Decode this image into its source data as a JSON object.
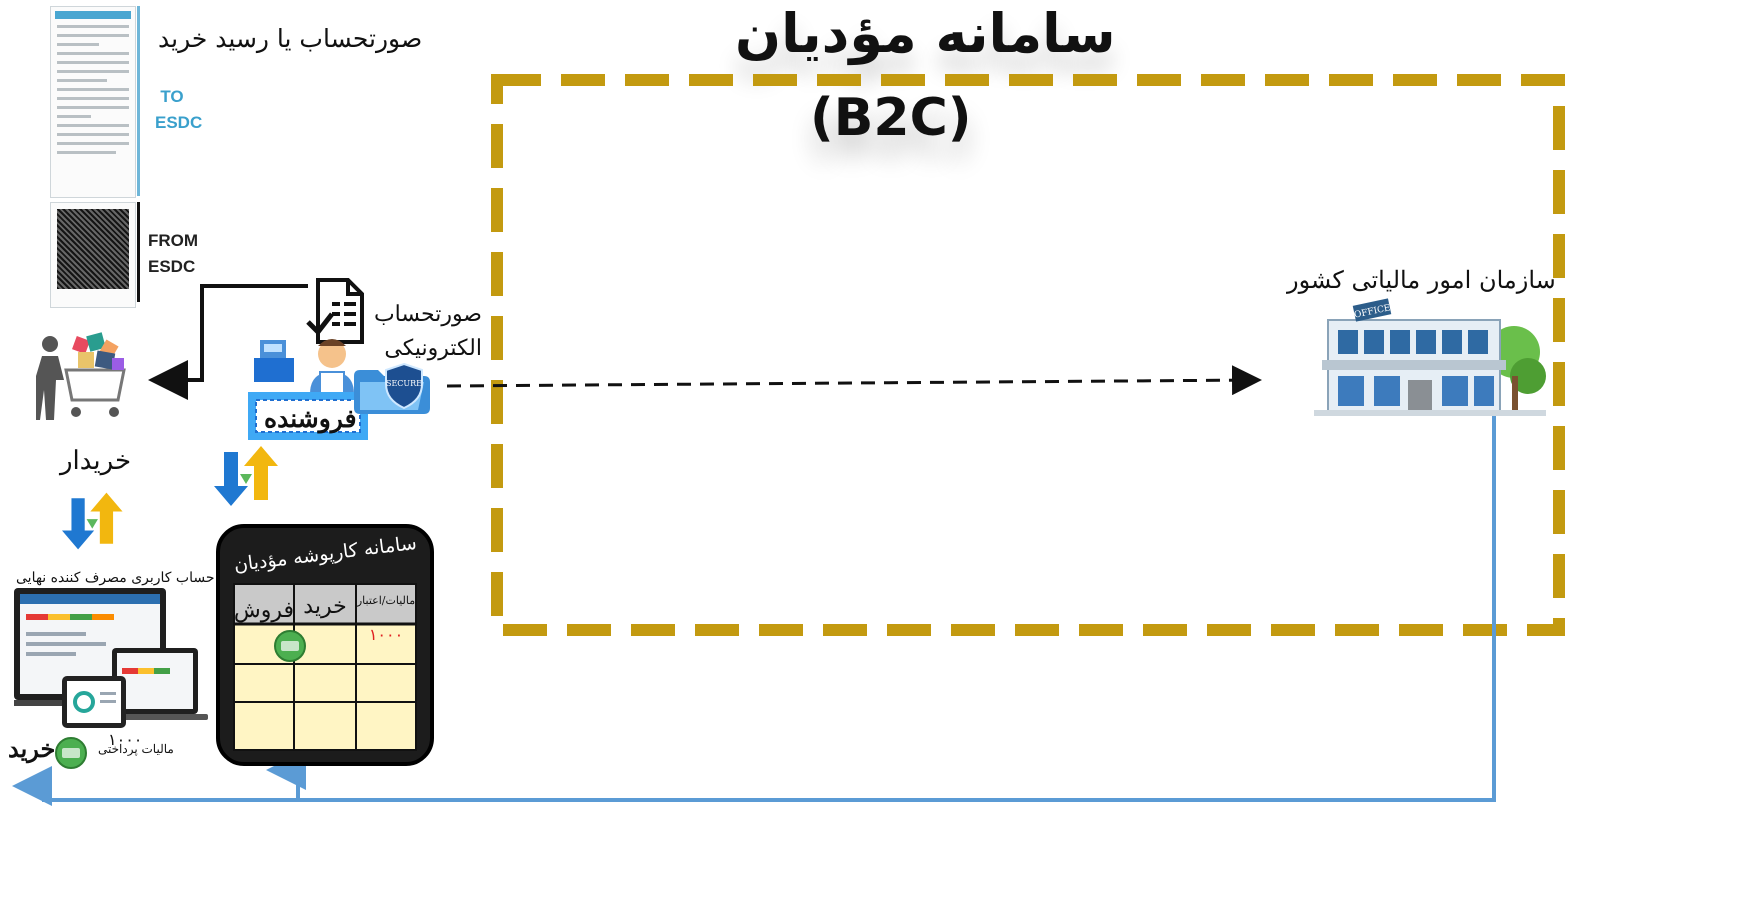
{
  "title": "سامانه مؤدیان",
  "subtitle": "(B2C)",
  "labels": {
    "receipt": "صورتحساب یا رسید خرید",
    "to_esdc": [
      "TO",
      "ESDC"
    ],
    "from_esdc": [
      "FROM",
      "ESDC"
    ],
    "e_invoice": [
      "صورتحساب",
      "الکترونیکی"
    ],
    "seller": "فروشنده",
    "buyer": "خریدار",
    "tax_org": "سازمان امور مالیاتی کشور",
    "office_sign": "OFFICE",
    "secure_tag": "SECURE",
    "consumer_account": "حساب کاربری مصرف کننده نهایی",
    "purchase": "خرید",
    "tax_paid": "مالیات پرداختی",
    "tax_paid_value": "۱۰۰۰",
    "panel": {
      "title": "سامانه کارپوشه مؤدیان",
      "col_sales": "فروش",
      "col_purchase": "خرید",
      "col_tax": "مالیات/اعتبار",
      "tax_value": "۱۰۰۰"
    }
  },
  "colors": {
    "dashed_border": "#c39a10",
    "blue_line": "#5b9bd5",
    "tax_red": "#e02020",
    "green_badge": "#4caf50"
  },
  "icons": [
    "shopper-cart-icon",
    "invoice-check-icon",
    "cashier-icon",
    "secure-folder-icon",
    "office-building-icon",
    "exchange-arrows-icon",
    "devices-icon"
  ]
}
